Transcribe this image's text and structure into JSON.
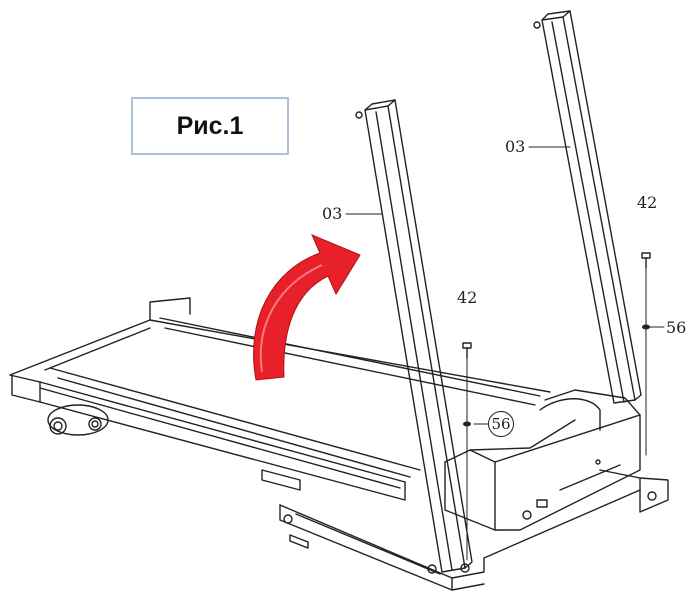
{
  "figure": {
    "label": "Рис.1"
  },
  "parts": {
    "upright_left": "03",
    "upright_right": "03",
    "bolt_left": "42",
    "bolt_right": "42",
    "washer_left": "56",
    "washer_right": "56"
  },
  "colors": {
    "arrow": "#e8202a",
    "line": "#222222",
    "label_border": "#a9c1dd"
  },
  "icons": {
    "rotation_arrow": "curved-arrow-up-right"
  }
}
